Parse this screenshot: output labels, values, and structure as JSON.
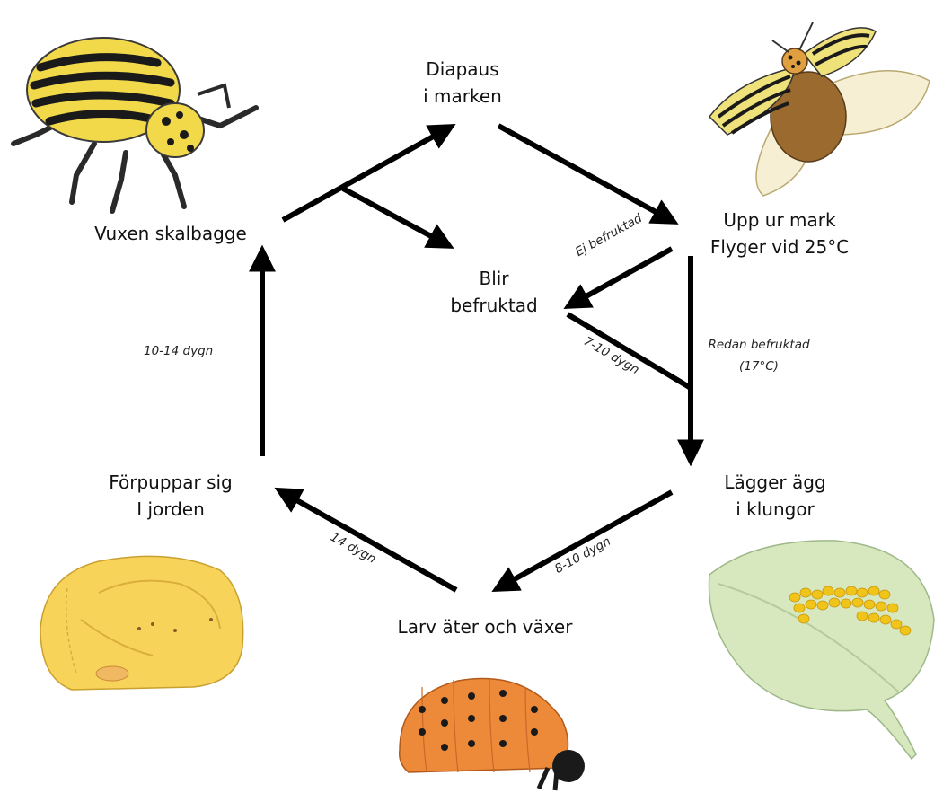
{
  "stages": {
    "diapause": {
      "line1": "Diapaus",
      "line2": "i marken"
    },
    "emerge": {
      "line1": "Upp ur mark",
      "line2": "Flyger vid 25°C"
    },
    "mated": {
      "line1": "Blir",
      "line2": "befruktad"
    },
    "adult": {
      "line1": "Vuxen skalbagge"
    },
    "eggs": {
      "line1": "Lägger ägg",
      "line2": "i klungor"
    },
    "larva": {
      "line1": "Larv äter och växer"
    },
    "pupa": {
      "line1": "Förpuppar sig",
      "line2": "I jorden"
    }
  },
  "durations": {
    "not_mated": "Ej befruktad",
    "already_mated_line1": "Redan befruktad",
    "already_mated_line2": "(17°C)",
    "mated_to_eggs": "7-10 dygn",
    "eggs_to_larva": "8-10 dygn",
    "larva_to_pupa": "14 dygn",
    "pupa_to_adult": "10-14 dygn"
  },
  "colors": {
    "arrow": "#000000",
    "beetle_yellow": "#f2d94a",
    "beetle_stripe": "#1a1a1a",
    "larva_orange": "#ec8a3a",
    "pupa_yellow": "#f7d35a",
    "leaf_green": "#d7e8bf",
    "egg_yellow": "#f0c419"
  }
}
